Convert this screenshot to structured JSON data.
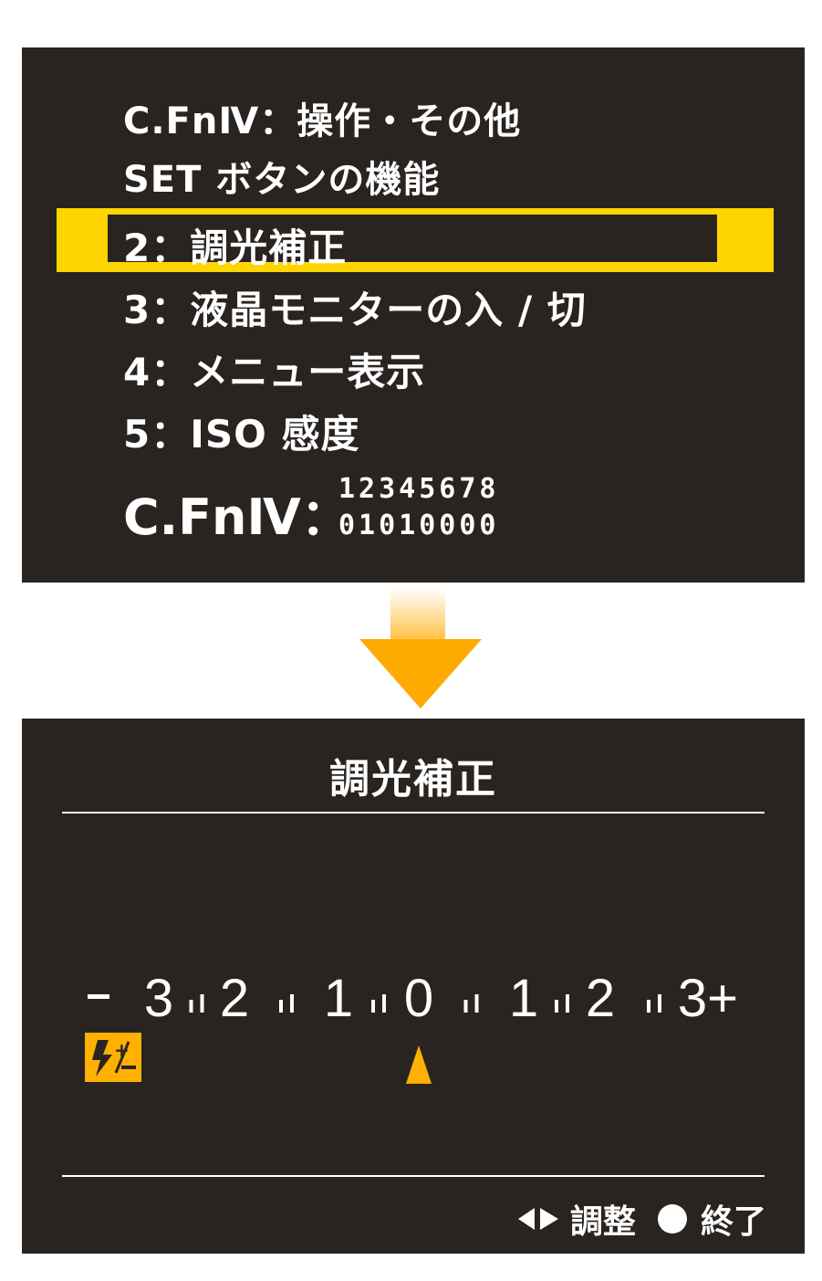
{
  "menu": {
    "header_line1": "C.FnⅣ：操作・その他",
    "header_line2": "SET ボタンの機能",
    "options": [
      {
        "num": "2",
        "label": "調光補正"
      },
      {
        "num": "3",
        "label": "液晶モニターの入 / 切"
      },
      {
        "num": "4",
        "label": "メニュー表示"
      },
      {
        "num": "5",
        "label": "ISO 感度"
      }
    ],
    "selected_index": 0,
    "status_label": "C.FnⅣ：",
    "status_numbers": "12345678",
    "status_values": "01010000"
  },
  "flash_comp": {
    "title": "調光補正",
    "scale_labels": [
      "-3",
      "2",
      "1",
      "0",
      "1",
      "2",
      "3+"
    ],
    "current_value": 0,
    "icon": "flash-exposure-compensation-icon",
    "footer_adjust": "調整",
    "footer_exit": "終了"
  },
  "colors": {
    "screen_bg": "#2a2421",
    "highlight": "#ffd500",
    "arrow": "#ffaa00",
    "pointer": "#ffb000"
  }
}
